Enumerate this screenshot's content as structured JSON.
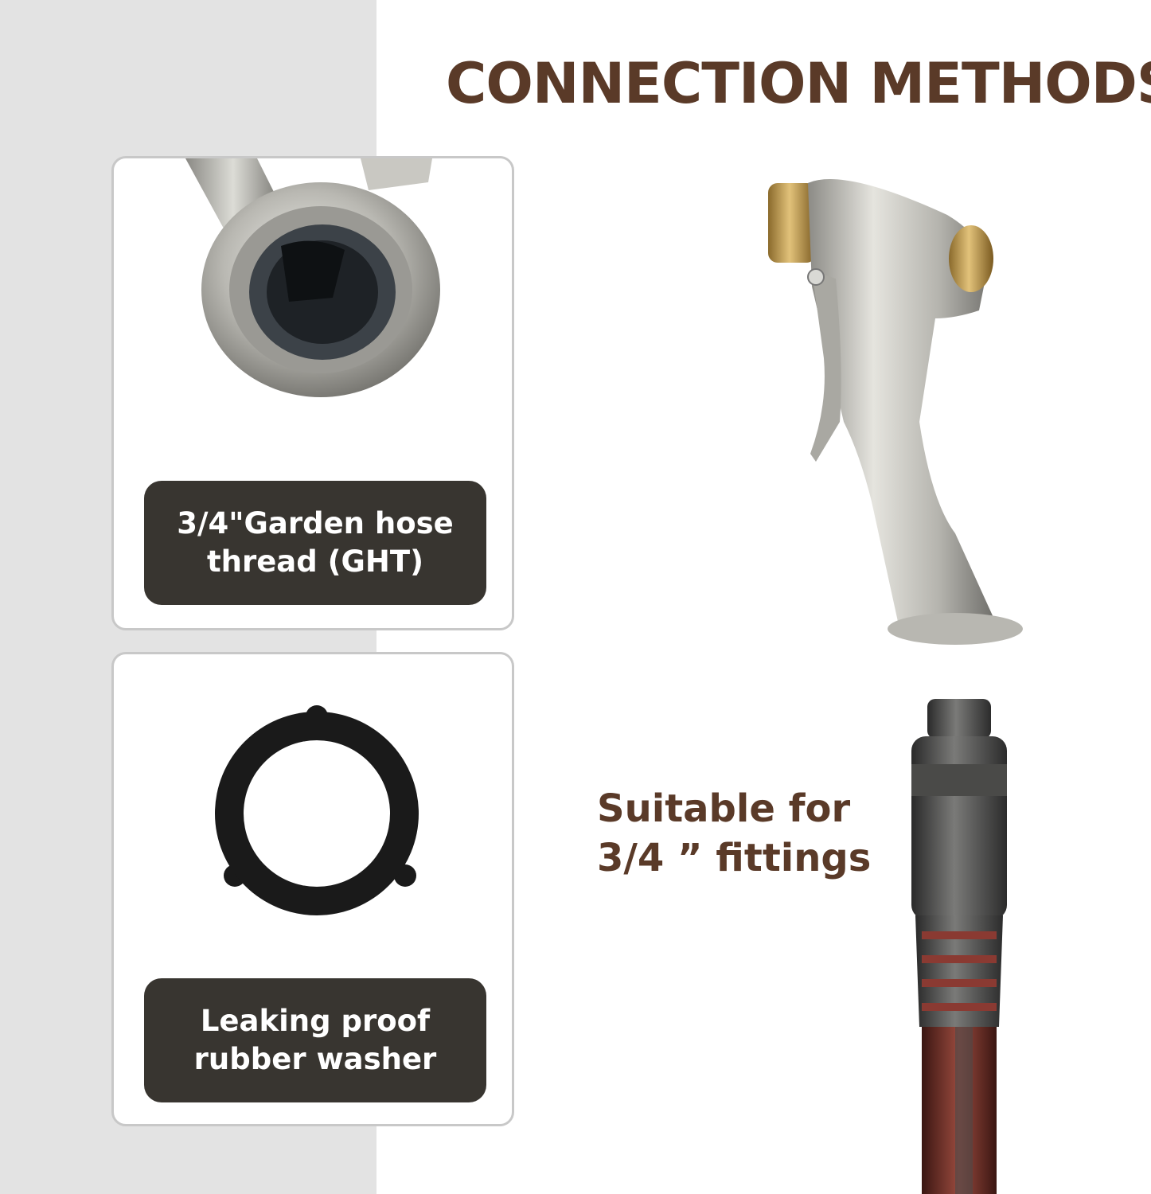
{
  "heading": "CONNECTION METHODS",
  "cards": [
    {
      "caption": "3/4\"Garden hose thread (GHT)"
    },
    {
      "caption": "Leaking proof rubber washer"
    }
  ],
  "fitting_note": "Suitable for 3/4 ” fittings",
  "colors": {
    "heading": "#5a3a28",
    "caption_bg": "#383530",
    "left_band": "#e3e3e3"
  },
  "icons": [
    "ght-thread-photo",
    "rubber-washer-photo",
    "spray-nozzle-photo",
    "hose-end-fitting-photo"
  ]
}
